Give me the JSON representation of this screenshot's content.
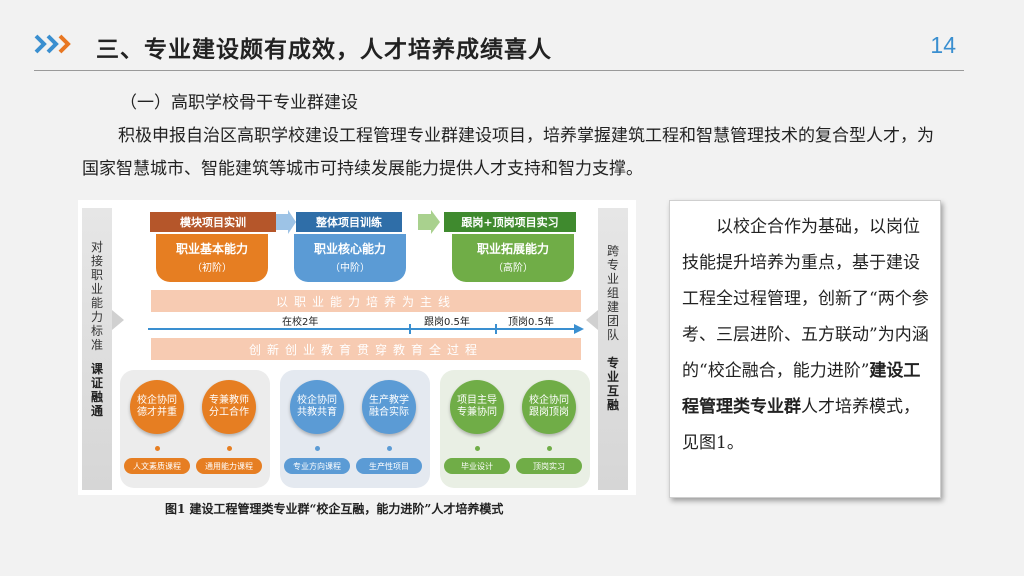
{
  "header": {
    "title": "三、专业建设颇有成效，人才培养成绩喜人",
    "page_number": "14"
  },
  "colors": {
    "accent_blue": "#3a8fd0",
    "accent_orange": "#e87722",
    "stage1": "#e67e22",
    "stage2": "#5b9bd5",
    "stage3": "#70ad47",
    "band": "#f4b183"
  },
  "subtitle": "（一）高职学校骨干专业群建设",
  "intro": "积极申报自治区高职学校建设工程管理专业群建设项目，培养掌握建筑工程和智慧管理技术的复合型人才，为国家智慧城市、智能建筑等城市可持续发展能力提供人才支持和智力支撑。",
  "diagram": {
    "left_label": "对接职业能力标准",
    "left_bold": "课证融通",
    "right_label": "跨专业组建团队",
    "right_bold": "专业互融",
    "stages": [
      {
        "step": "模块项目实训",
        "ability": "职业基本能力",
        "level": "（初阶）"
      },
      {
        "step": "整体项目训练",
        "ability": "职业核心能力",
        "level": "（中阶）"
      },
      {
        "step": "跟岗+顶岗项目实习",
        "ability": "职业拓展能力",
        "level": "（高阶）"
      }
    ],
    "band_top": "以职业能力培养为主线",
    "band_bottom": "创新创业教育贯穿教育全过程",
    "timeline": [
      "在校2年",
      "跟岗0.5年",
      "顶岗0.5年"
    ],
    "groups": [
      {
        "circles": [
          "校企协同德才并重",
          "专兼教师分工合作"
        ],
        "pills": [
          "人文素质课程",
          "通用能力课程"
        ]
      },
      {
        "circles": [
          "校企协同共教共育",
          "生产教学融合实际"
        ],
        "pills": [
          "专业方向课程",
          "生产性项目"
        ]
      },
      {
        "circles": [
          "项目主导专兼协同",
          "校企协同跟岗顶岗"
        ],
        "pills": [
          "毕业设计",
          "顶岗实习"
        ]
      }
    ]
  },
  "caption": "图1  建设工程管理类专业群“校企互融，能力进阶”人才培养模式",
  "textbox": {
    "part1": "以校企合作为基础，以岗位技能提升培养为重点，基于建设工程全过程管理，创新了“两个参考、三层进阶、五方联动”为内涵的“校企融合，能力进阶”",
    "bold": "建设工程管理类专业群",
    "part2": "人才培养模式，见图1。"
  }
}
